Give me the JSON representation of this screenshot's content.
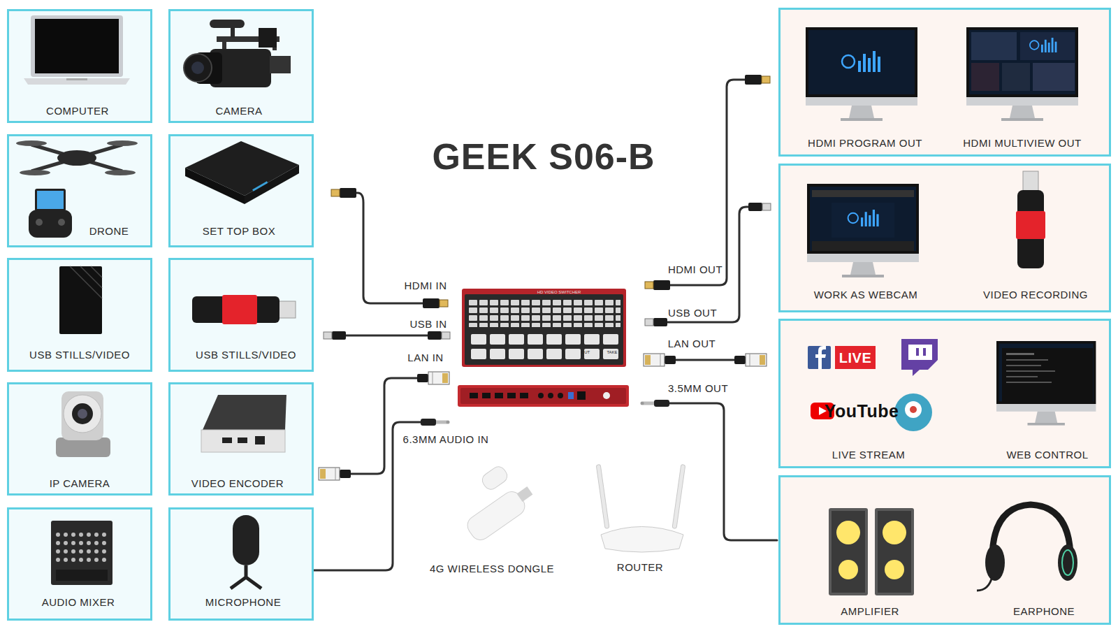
{
  "diagram": {
    "title": "GEEK S06-B",
    "nodes": [
      {
        "text": [
          "COMPUTER"
        ]
      },
      {
        "text": [
          "CAMERA"
        ]
      },
      {
        "text": [
          "DRONE"
        ]
      },
      {
        "text": [
          "SET TOP BOX"
        ]
      },
      {
        "text": [
          "USB STILLS/VIDEO"
        ]
      },
      {
        "text": [
          "USB STILLS/VIDEO"
        ]
      },
      {
        "text": [
          "IP CAMERA"
        ]
      },
      {
        "text": [
          "VIDEO ENCODER"
        ]
      },
      {
        "text": [
          "AUDIO MIXER"
        ]
      },
      {
        "text": [
          "MICROPHONE"
        ]
      },
      {
        "text": [
          "HDMI PROGRAM OUT",
          "HDMI MULTIVIEW OUT"
        ]
      },
      {
        "text": [
          "WORK AS WEBCAM",
          "VIDEO RECORDING"
        ]
      },
      {
        "text": [
          "LIVE",
          "YouTube",
          "LIVE STREAM",
          "WEB CONTROL"
        ]
      },
      {
        "text": [
          "AMPLIFIER",
          "EARPHONE"
        ]
      }
    ],
    "labels": [
      "HDMI IN",
      "USB IN",
      "LAN IN",
      "6.3MM AUDIO IN",
      "HDMI OUT",
      "USB OUT",
      "LAN OUT",
      "3.5MM OUT",
      "4G WIRELESS DONGLE",
      "ROUTER",
      "HD VIDEO SWITCHER",
      "CUT",
      "TAKE"
    ]
  }
}
